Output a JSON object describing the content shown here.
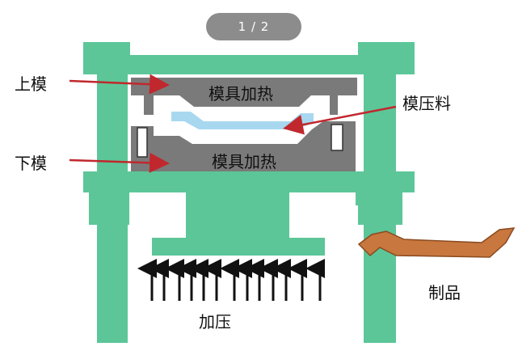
{
  "pager": {
    "indicator": "1 / 2"
  },
  "labels": {
    "upper_mold": "上模",
    "lower_mold": "下模",
    "mold_heating_top": "模具加热",
    "mold_heating_bottom": "模具加热",
    "molding_compound": "模压料",
    "product": "制品",
    "pressure": "加压"
  },
  "colors": {
    "frame": "#5cc699",
    "mold": "#7a7a7a",
    "compound": "#a8d8f0",
    "product": "#c8773f",
    "callout_arrow": "#c0282d",
    "pressure_arrow": "#111111"
  }
}
